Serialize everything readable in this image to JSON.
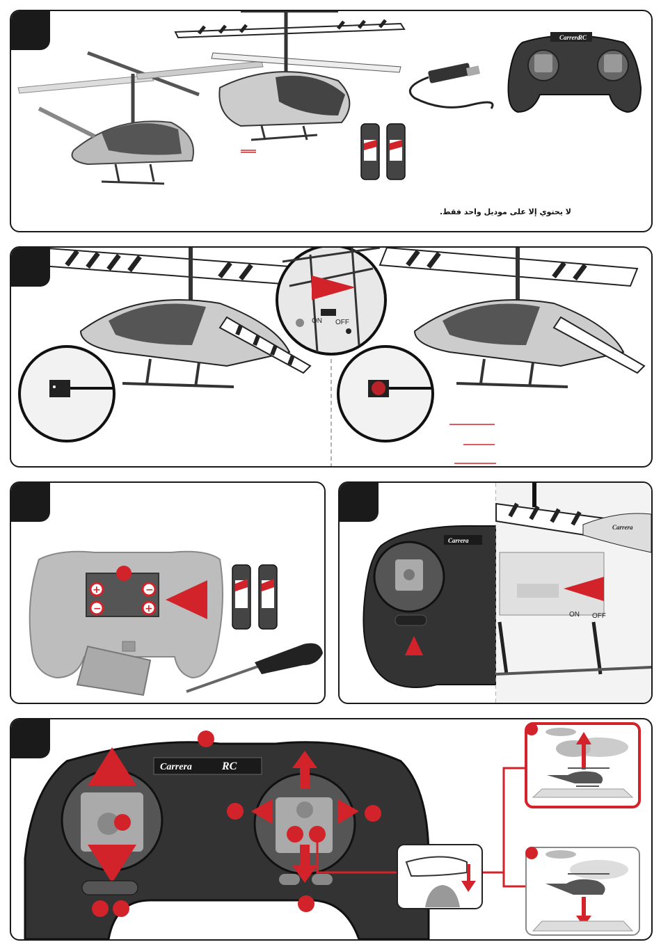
{
  "panel1": {
    "note": "لا يحتوي إلا على موديل واحد فقط.",
    "brand": "Carrera",
    "brand_rc": "RC"
  },
  "panel2": {
    "switch_on": "ON",
    "switch_off": "OFF"
  },
  "panel4": {
    "switch_on": "ON",
    "switch_off": "OFF",
    "brand": "Carrera"
  },
  "panel5": {
    "brand": "Carrera",
    "brand_rc": "RC"
  },
  "colors": {
    "accent_red": "#d2232a",
    "dark": "#1a1a1a",
    "grey": "#9a9a9a"
  }
}
